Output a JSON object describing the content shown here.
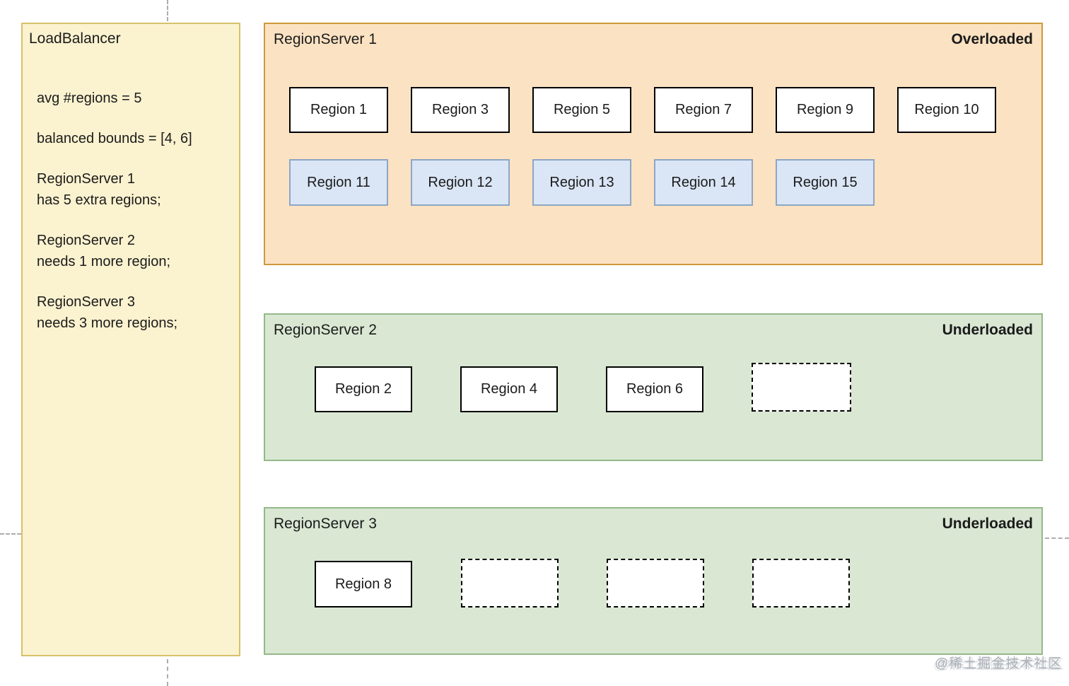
{
  "load_balancer": {
    "title": "LoadBalancer",
    "notes": [
      [
        "avg #regions = 5"
      ],
      [
        "balanced bounds = [4, 6]"
      ],
      [
        "RegionServer 1",
        "has 5 extra regions;"
      ],
      [
        "RegionServer 2",
        "needs 1 more region;"
      ],
      [
        "RegionServer 3",
        "needs 3 more regions;"
      ]
    ]
  },
  "servers": [
    {
      "name": "RegionServer 1",
      "status": "Overloaded",
      "rows": [
        [
          {
            "label": "Region 1",
            "style": "normal"
          },
          {
            "label": "Region 3",
            "style": "normal"
          },
          {
            "label": "Region 5",
            "style": "normal"
          },
          {
            "label": "Region 7",
            "style": "normal"
          },
          {
            "label": "Region 9",
            "style": "normal"
          },
          {
            "label": "Region 10",
            "style": "normal"
          }
        ],
        [
          {
            "label": "Region 11",
            "style": "highlight"
          },
          {
            "label": "Region 12",
            "style": "highlight"
          },
          {
            "label": "Region 13",
            "style": "highlight"
          },
          {
            "label": "Region 14",
            "style": "highlight"
          },
          {
            "label": "Region 15",
            "style": "highlight"
          }
        ]
      ]
    },
    {
      "name": "RegionServer 2",
      "status": "Underloaded",
      "rows": [
        [
          {
            "label": "Region 2",
            "style": "normal"
          },
          {
            "label": "Region 4",
            "style": "normal"
          },
          {
            "label": "Region 6",
            "style": "normal"
          },
          {
            "label": "",
            "style": "empty"
          }
        ]
      ]
    },
    {
      "name": "RegionServer 3",
      "status": "Underloaded",
      "rows": [
        [
          {
            "label": "Region 8",
            "style": "normal"
          },
          {
            "label": "",
            "style": "empty"
          },
          {
            "label": "",
            "style": "empty"
          },
          {
            "label": "",
            "style": "empty"
          }
        ]
      ]
    }
  ],
  "watermark": "@稀土掘金技术社区",
  "colors": {
    "panel_yellow_fill": "#FBF2CF",
    "panel_yellow_border": "#D5C26A",
    "panel_orange_fill": "#FBE2C2",
    "panel_orange_border": "#CE9A3C",
    "panel_green_fill": "#D9E7D3",
    "panel_green_border": "#95B889",
    "region_white_fill": "#FFFFFF",
    "region_black_border": "#000000",
    "region_blue_fill": "#DAE6F6",
    "region_blue_border": "#8DA6C5"
  }
}
